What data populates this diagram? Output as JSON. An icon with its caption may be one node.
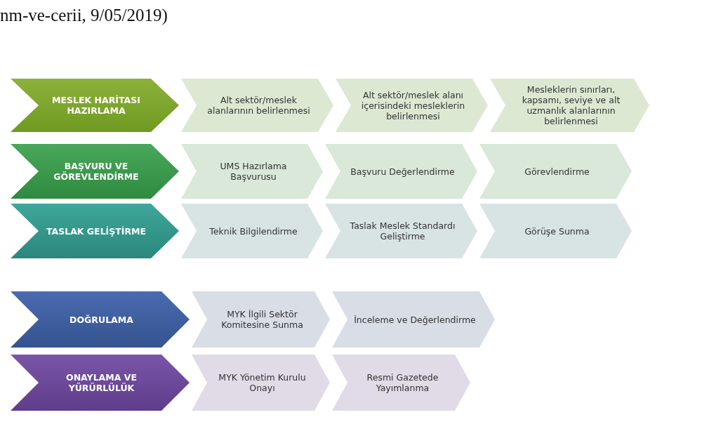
{
  "diagram": {
    "nodes": [
      {
        "text": [
          "MESLEK HARİTASI HAZIRLAMA"
        ]
      },
      {
        "text": [
          "Alt sektör/meslek alanlarının belirlenmesi"
        ]
      },
      {
        "text": [
          "Alt sektör/meslek alanı içerisindeki mesleklerin belirlenmesi"
        ]
      },
      {
        "text": [
          "Mesleklerin sınırları, kapsamı, seviye ve alt uzmanlık alanlarının belirlenmesi"
        ]
      },
      {
        "text": [
          "BAŞVURU VE GÖREVLENDİRME"
        ]
      },
      {
        "text": [
          "UMS Hazırlama Başvurusu"
        ]
      },
      {
        "text": [
          "Başvuru Değerlendirme"
        ]
      },
      {
        "text": [
          "Görevlendirme"
        ]
      },
      {
        "text": [
          "TASLAK GELİŞTİRME"
        ]
      },
      {
        "text": [
          "Teknik Bilgilendirme"
        ]
      },
      {
        "text": [
          "Taslak Meslek Standardı Geliştirme"
        ]
      },
      {
        "text": [
          "Görüşe Sunma"
        ]
      },
      {
        "text": [
          "DOĞRULAMA"
        ]
      },
      {
        "text": [
          "MYK İlgili Sektör Komitesine Sunma"
        ]
      },
      {
        "text": [
          "İnceleme ve Değerlendirme"
        ]
      },
      {
        "text": [
          "ONAYLAMA VE YÜRÜRLÜLÜK"
        ]
      },
      {
        "text": [
          "MYK Yönetim Kurulu Onayı"
        ]
      },
      {
        "text": [
          "Resmi Gazetede Yayımlanma"
        ]
      }
    ],
    "labels": [
      "nm-ve-cerii, 9/05/2019)"
    ]
  }
}
